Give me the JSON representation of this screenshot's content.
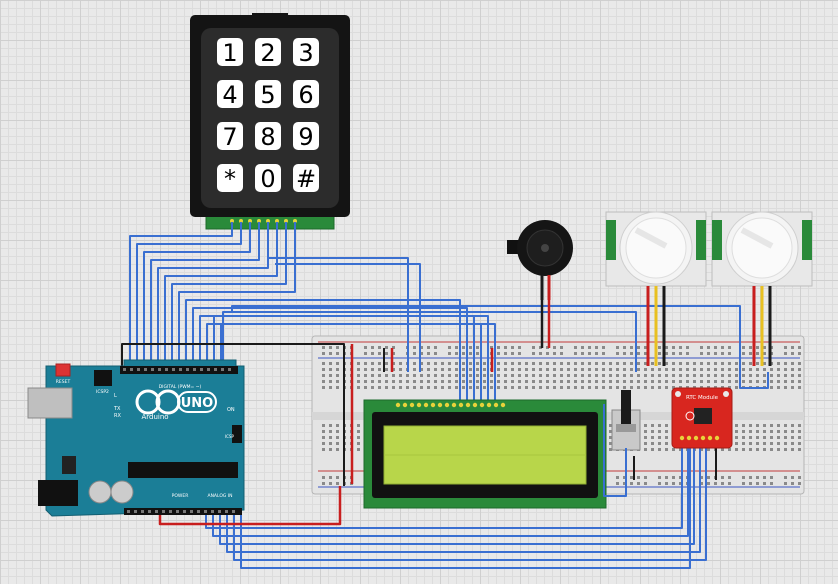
{
  "keypad": {
    "keys": [
      "1",
      "2",
      "3",
      "4",
      "5",
      "6",
      "7",
      "8",
      "9",
      "*",
      "0",
      "#"
    ]
  },
  "arduino": {
    "logo_text": "UNO",
    "brand_text": "Arduino",
    "reset_label": "RESET",
    "icsp2_label": "ICSP2",
    "digital_label": "DIGITAL (PWM= ~)",
    "power_label": "POWER",
    "analog_label": "ANALOG IN",
    "on_label": "ON",
    "icsp_label": "ICSP",
    "tx_label": "TX",
    "rx_label": "RX",
    "l_label": "L"
  },
  "rtc": {
    "title": "RTC Module"
  },
  "colors": {
    "wire_blue": "#3a6fd1",
    "wire_red": "#c81e1e",
    "wire_black": "#1a1a1a",
    "wire_yellow": "#e8c020",
    "arduino_teal": "#1b7e97",
    "lcd_green": "#b8d64a",
    "rtc_red": "#d8261f"
  }
}
